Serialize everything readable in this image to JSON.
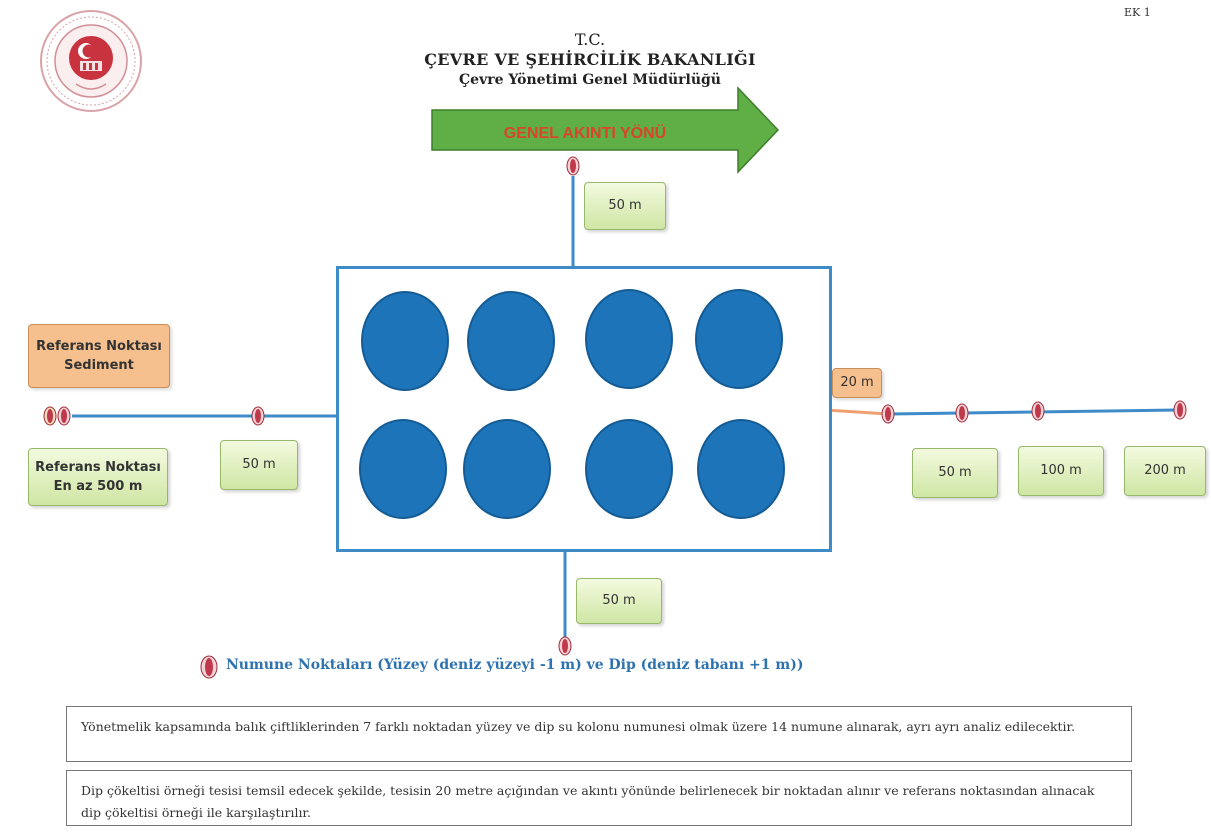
{
  "header": {
    "annex": "EK 1",
    "line1": "T.C.",
    "line2": "ÇEVRE VE ŞEHİRCİLİK BAKANLIĞI",
    "line3": "Çevre Yönetimi Genel Müdürlüğü"
  },
  "arrow": {
    "label": "GENEL AKINTI YÖNÜ",
    "color": "#5fae46",
    "text_color": "#d9452b"
  },
  "labels": {
    "top_50": "50 m",
    "bottom_50": "50 m",
    "left_50": "50 m",
    "right_20": "20 m",
    "right_50": "50 m",
    "right_100": "100 m",
    "right_200": "200 m"
  },
  "reference": {
    "sediment_line1": "Referans Noktası",
    "sediment_line2": "Sediment",
    "point_line1": "Referans Noktası",
    "point_line2": "En az 500 m"
  },
  "legend": {
    "text": "Numune Noktaları (Yüzey (deniz yüzeyi -1 m) ve Dip (deniz tabanı +1 m))"
  },
  "notes": [
    "Yönetmelik kapsamında balık çiftliklerinden 7 farklı noktadan yüzey ve dip su kolonu numunesi olmak üzere 14 numune alınarak, ayrı ayrı analiz edilecektir.",
    "Dip çökeltisi örneği tesisi temsil edecek şekilde, tesisin 20 metre açığından ve akıntı yönünde belirlenecek bir noktadan alınır ve referans noktasından alınacak dip çökeltisi örneği ile karşılaştırılır."
  ],
  "colors": {
    "line": "#3d8bc7",
    "pond": "#1d74b9",
    "marker": "#c0394b",
    "orange_line": "#f0a070"
  }
}
